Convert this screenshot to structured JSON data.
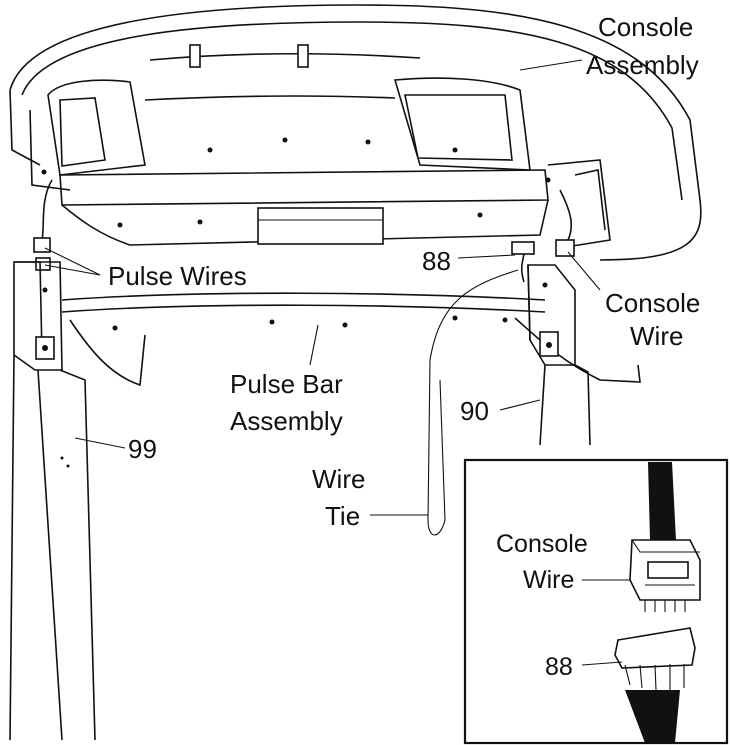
{
  "labels": {
    "console_assembly": [
      "Console",
      "Assembly"
    ],
    "pulse_wires": "Pulse Wires",
    "part_88": "88",
    "console_wire": [
      "Console",
      "Wire"
    ],
    "pulse_bar_assembly": [
      "Pulse Bar",
      "Assembly"
    ],
    "part_90": "90",
    "part_99": "99",
    "wire_tie": [
      "Wire",
      "Tie"
    ]
  },
  "inset": {
    "console_wire": [
      "Console",
      "Wire"
    ],
    "part_88": "88"
  }
}
